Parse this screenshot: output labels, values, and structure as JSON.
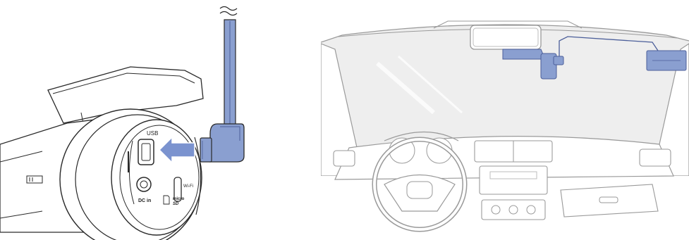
{
  "left_figure": {
    "port_labels": {
      "usb": "USB",
      "dc_in": "DC in",
      "wifi": "Wi-Fi",
      "micro": "micro",
      "sd": "SD"
    }
  },
  "colors": {
    "cable": "#8a9fd0",
    "cable_dark": "#4c5f9a",
    "arrow": "#7b93cf",
    "outline": "#2a2a2a",
    "car_outline": "#9a9a9a",
    "car_glass": "#eeeeee",
    "module": "#8a9fd0"
  },
  "icons": [
    "insert-arrow-icon",
    "sd-card-icon",
    "break-mark-icon"
  ]
}
